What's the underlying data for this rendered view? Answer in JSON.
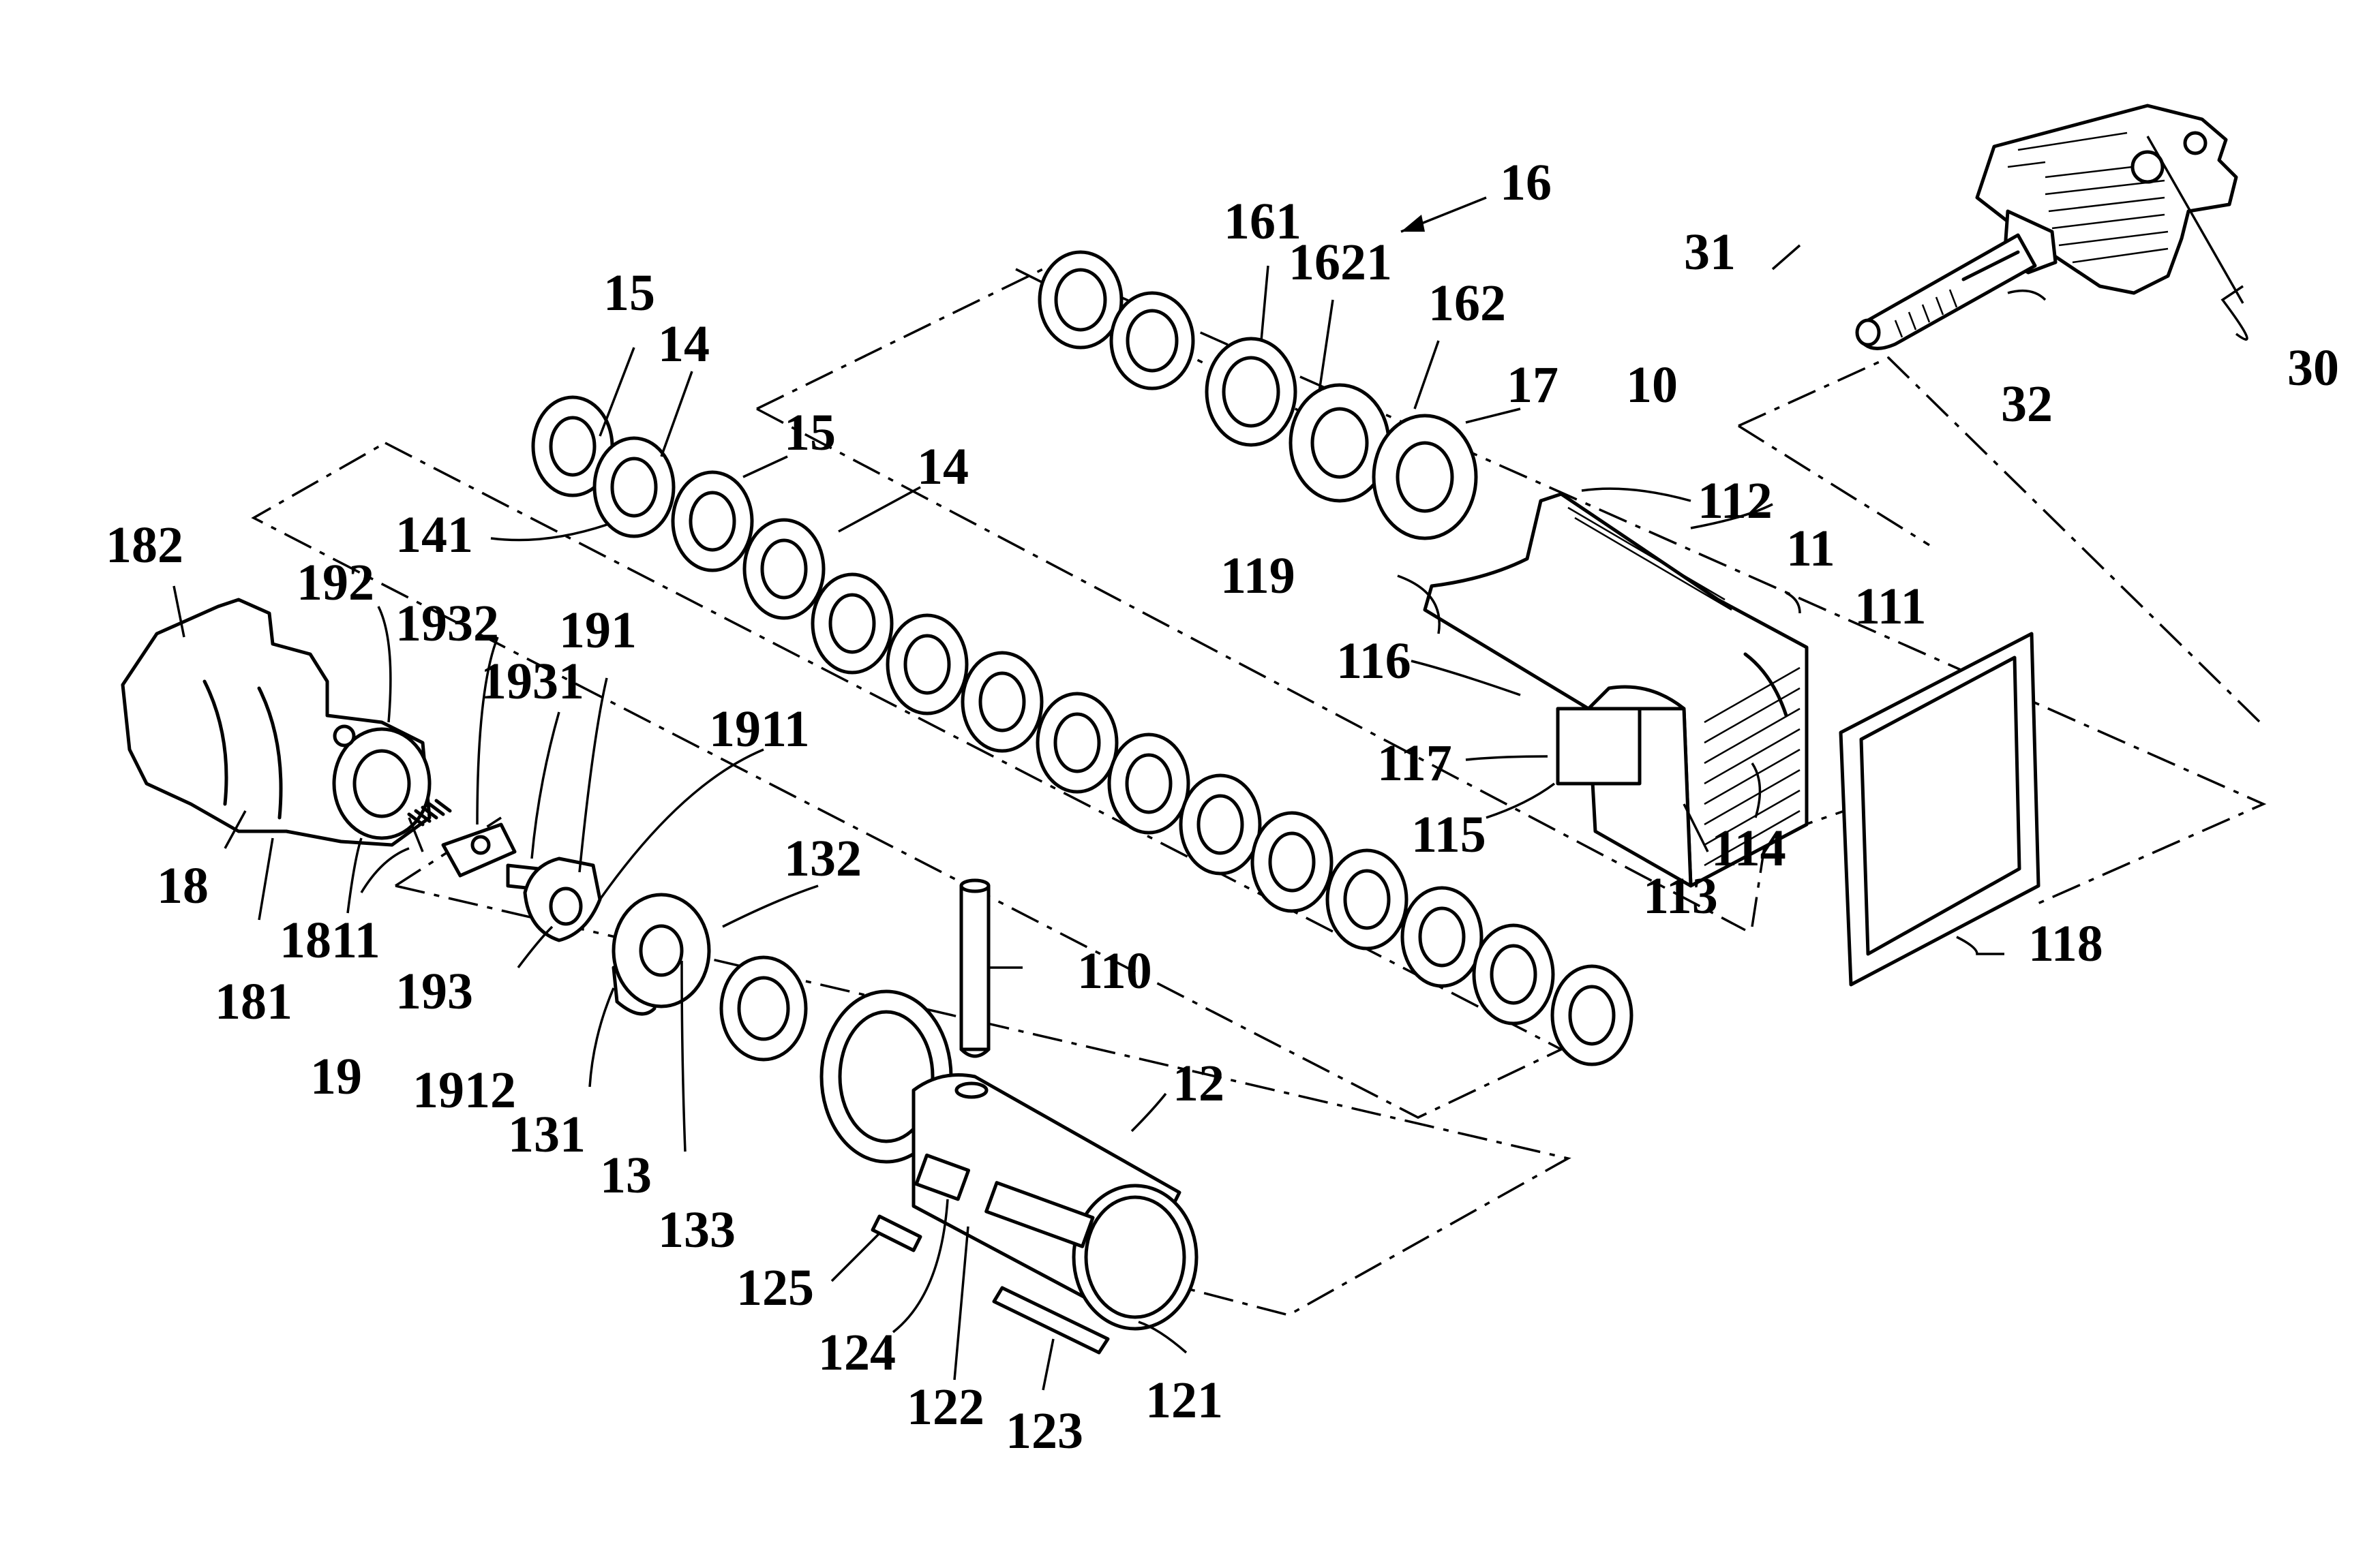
{
  "figure": {
    "labels": {
      "l16": "16",
      "l161": "161",
      "l1621": "1621",
      "l162": "162",
      "l17": "17",
      "l10": "10",
      "l112": "112",
      "l11": "11",
      "l111": "111",
      "l119": "119",
      "l116": "116",
      "l117": "117",
      "l115": "115",
      "l113": "113",
      "l114": "114",
      "l118": "118",
      "l31": "31",
      "l32": "32",
      "l30": "30",
      "l15a": "15",
      "l14a": "14",
      "l15b": "15",
      "l14b": "14",
      "l141": "141",
      "l182": "182",
      "l192": "192",
      "l1932": "1932",
      "l1931": "1931",
      "l191": "191",
      "l1911": "1911",
      "l132": "132",
      "l18": "18",
      "l181": "181",
      "l1811": "1811",
      "l193": "193",
      "l19": "19",
      "l1912": "1912",
      "l131": "131",
      "l13": "13",
      "l133": "133",
      "l110": "110",
      "l12": "12",
      "l125": "125",
      "l124": "124",
      "l122": "122",
      "l123": "123",
      "l121": "121"
    }
  }
}
